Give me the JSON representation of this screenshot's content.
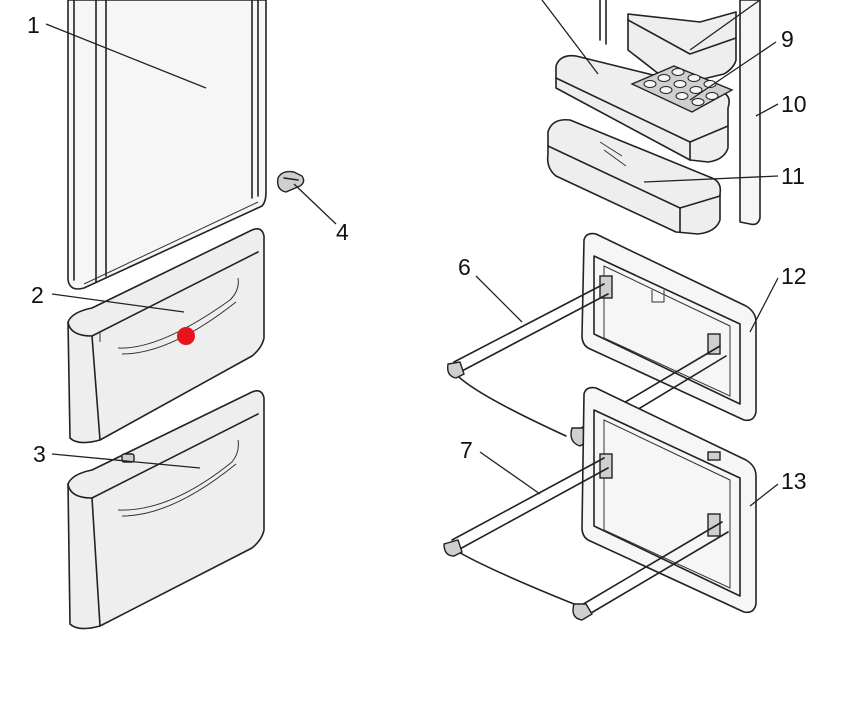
{
  "callouts": [
    {
      "id": "1",
      "label": "1"
    },
    {
      "id": "2",
      "label": "2"
    },
    {
      "id": "3",
      "label": "3"
    },
    {
      "id": "4",
      "label": "4"
    },
    {
      "id": "6",
      "label": "6"
    },
    {
      "id": "7",
      "label": "7"
    },
    {
      "id": "9",
      "label": "9"
    },
    {
      "id": "10",
      "label": "10"
    },
    {
      "id": "11",
      "label": "11"
    },
    {
      "id": "12",
      "label": "12"
    },
    {
      "id": "13",
      "label": "13"
    }
  ],
  "marker": {
    "color": "#e8141b"
  }
}
